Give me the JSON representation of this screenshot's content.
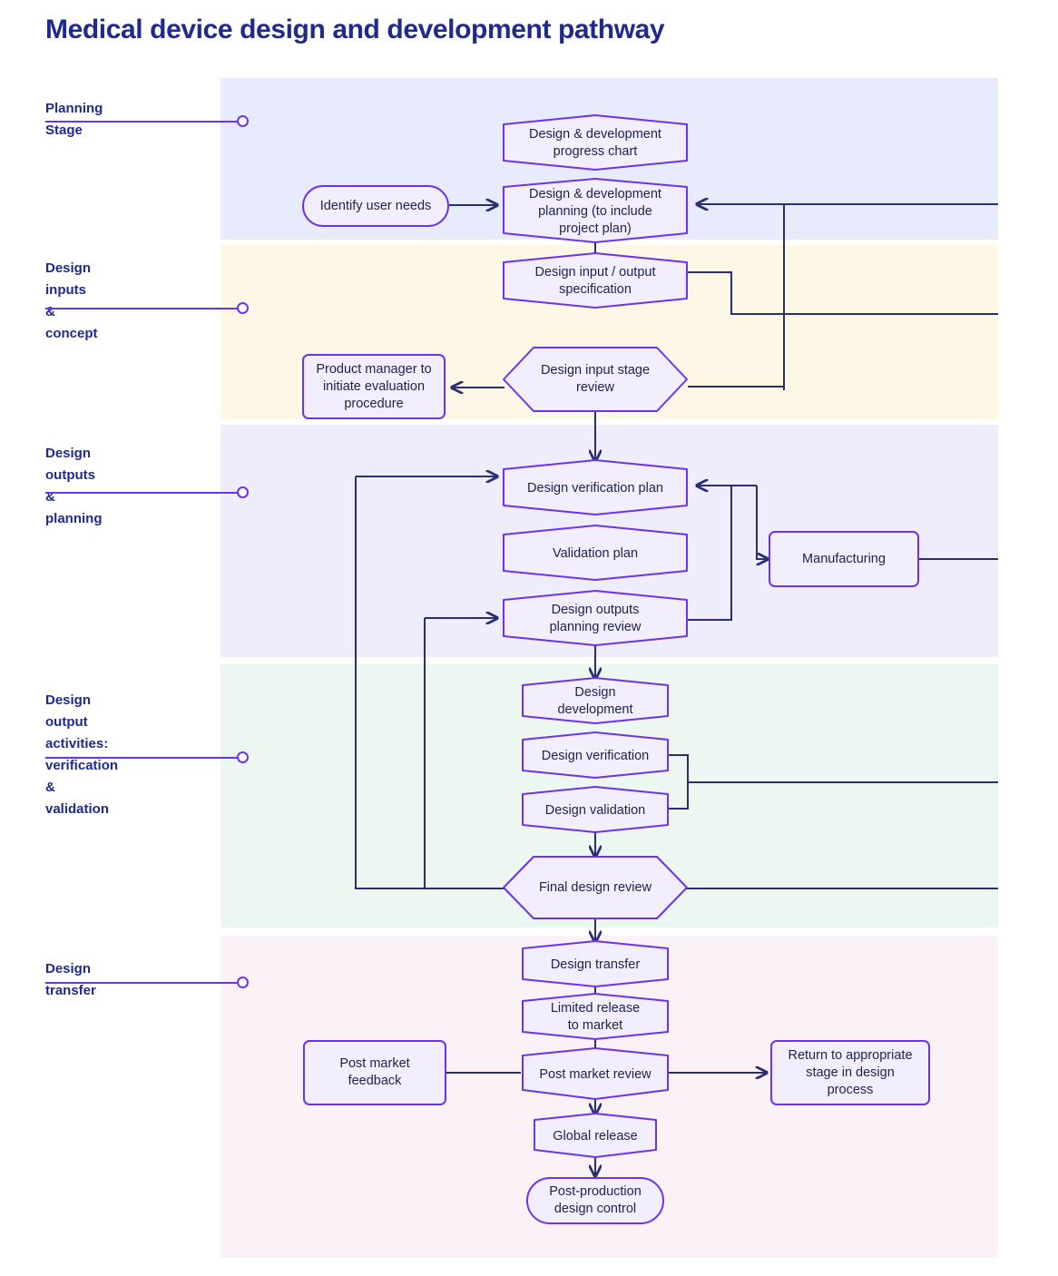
{
  "page": {
    "title": "Medical device design and development pathway",
    "accent_purple": "#6b33ef",
    "accent_navy": "#1f2a8c",
    "wire_color": "#2a2f72",
    "node_fill": "#f2eefd"
  },
  "stages": [
    {
      "label": "Planning Stage",
      "band_color": "#e8ebfb"
    },
    {
      "label": "Design inputs\n& concept",
      "band_color": "#fdf8e6"
    },
    {
      "label": "Design outputs\n& planning",
      "band_color": "#efecfb"
    },
    {
      "label": "Design output\nactivities: verification\n& validation",
      "band_color": "#edf7f1"
    },
    {
      "label": "Design transfer",
      "band_color": "#fbf2f7"
    }
  ],
  "nodes": {
    "identify_user_needs": {
      "label": "Identify user needs",
      "shape": "pill"
    },
    "progress_chart": {
      "label": "Design & development\nprogress chart",
      "shape": "banner"
    },
    "dd_planning": {
      "label": "Design & development\nplanning (to include\nproject plan)",
      "shape": "banner"
    },
    "io_spec": {
      "label": "Design input / output\nspecification",
      "shape": "banner"
    },
    "product_manager": {
      "label": "Product manager to\ninitiate evaluation\nprocedure",
      "shape": "rect"
    },
    "design_input_review": {
      "label": "Design input stage\nreview",
      "shape": "hexagon"
    },
    "verification_plan": {
      "label": "Design verification plan",
      "shape": "banner"
    },
    "validation_plan": {
      "label": "Validation plan",
      "shape": "banner"
    },
    "manufacturing": {
      "label": "Manufacturing",
      "shape": "rect"
    },
    "outputs_planning_review": {
      "label": "Design outputs\nplanning review",
      "shape": "banner"
    },
    "design_development": {
      "label": "Design\ndevelopment",
      "shape": "banner"
    },
    "design_verification": {
      "label": "Design verification",
      "shape": "banner"
    },
    "design_validation": {
      "label": "Design validation",
      "shape": "banner"
    },
    "final_design_review": {
      "label": "Final design review",
      "shape": "hexagon"
    },
    "design_transfer": {
      "label": "Design transfer",
      "shape": "banner"
    },
    "limited_release": {
      "label": "Limited release\nto market",
      "shape": "banner"
    },
    "post_market_feedback": {
      "label": "Post market\nfeedback",
      "shape": "rect"
    },
    "post_market_review": {
      "label": "Post market review",
      "shape": "banner"
    },
    "return_to_stage": {
      "label": "Return to appropriate\nstage in design\nprocess",
      "shape": "rect"
    },
    "global_release": {
      "label": "Global release",
      "shape": "banner"
    },
    "post_production_control": {
      "label": "Post-production\ndesign control",
      "shape": "pill"
    }
  }
}
